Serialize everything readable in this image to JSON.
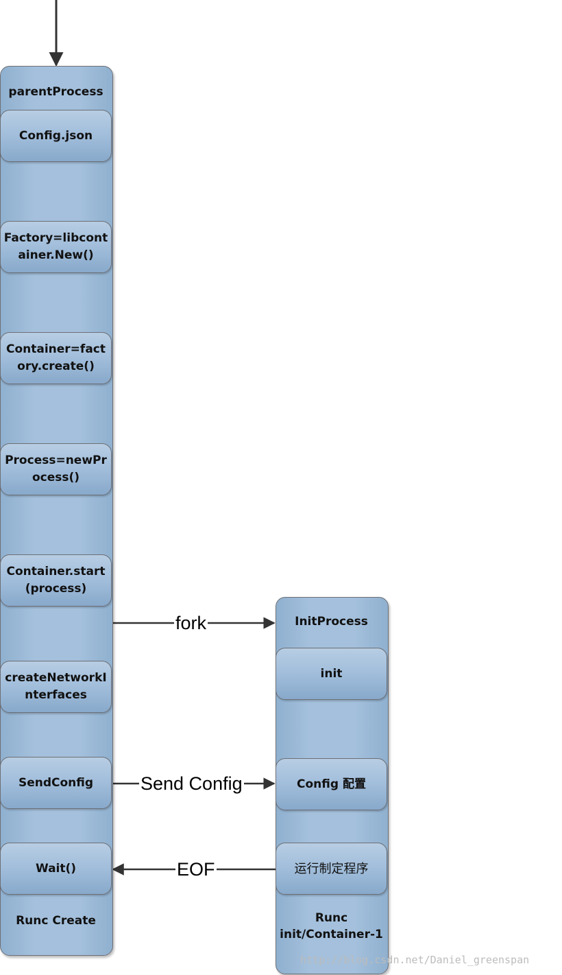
{
  "parent_lane": {
    "title": "parentProcess",
    "footer": "Runc Create",
    "nodes": [
      {
        "id": "config-json",
        "label": "Config.json"
      },
      {
        "id": "factory",
        "label": "Factory=libcontainer.New()"
      },
      {
        "id": "container-create",
        "label": "Container=factory.create()"
      },
      {
        "id": "process-new",
        "label": "Process=newProcess()"
      },
      {
        "id": "container-start",
        "label": "Container.start(process)"
      },
      {
        "id": "create-network",
        "label": "createNetworkInterfaces"
      },
      {
        "id": "send-config",
        "label": "SendConfig"
      },
      {
        "id": "wait",
        "label": "Wait()"
      }
    ]
  },
  "init_lane": {
    "title": "InitProcess",
    "footer": "Runc init/Container-1",
    "nodes": [
      {
        "id": "init",
        "label": "init"
      },
      {
        "id": "config-setup",
        "label": "Config 配置"
      },
      {
        "id": "run-program",
        "label": "运行制定程序"
      }
    ]
  },
  "edges": {
    "fork": "fork",
    "send_config": "Send Config",
    "eof": "EOF"
  },
  "watermark": "http://blog.csdn.net/Daniel_greenspan"
}
